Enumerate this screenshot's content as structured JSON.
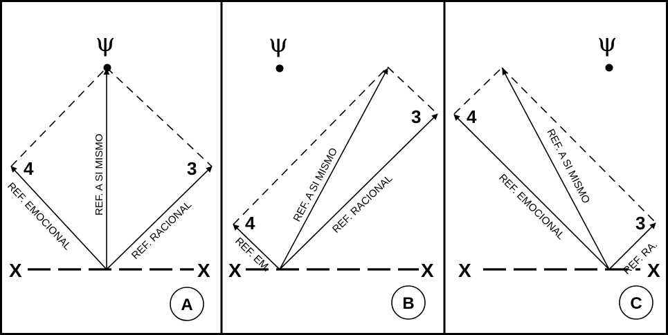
{
  "symbols": {
    "psi": "ψ",
    "x": "X",
    "num4": "4",
    "num3": "3"
  },
  "panels": [
    {
      "id": "A",
      "label": "A",
      "emotional": "REF. EMOCIONAL",
      "self": "REF. A SI MISMO",
      "rational": "REF. RACIONAL"
    },
    {
      "id": "B",
      "label": "B",
      "emotional": "REF. EM.",
      "self": "REF. A SI MISMO",
      "rational": "REF. RACIONAL"
    },
    {
      "id": "C",
      "label": "C",
      "emotional": "REF. EMOCIONAL",
      "self": "REF. A SI MISMO",
      "rational": "REF. RA."
    }
  ]
}
